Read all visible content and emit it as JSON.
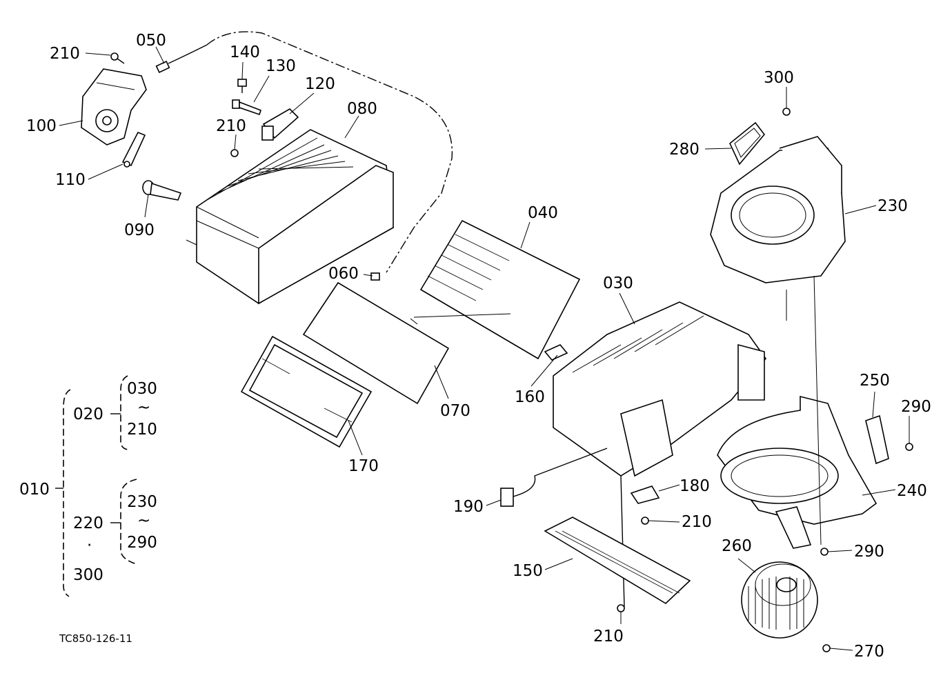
{
  "drawing_code": "TC850-126-11",
  "callouts": {
    "c050": "050",
    "c210a": "210",
    "c140": "140",
    "c130": "130",
    "c120": "120",
    "c080": "080",
    "c210b": "210",
    "c100": "100",
    "c110": "110",
    "c090": "090",
    "c040": "040",
    "c060": "060",
    "c030": "030",
    "c070": "070",
    "c160": "160",
    "c170": "170",
    "c300": "300",
    "c280": "280",
    "c230": "230",
    "c250": "250",
    "c290a": "290",
    "c240": "240",
    "c180": "180",
    "c190": "190",
    "c210c": "210",
    "c150": "150",
    "c290b": "290",
    "c260": "260",
    "c210d": "210",
    "c270": "270"
  },
  "assembly_tree": {
    "root": "010",
    "group1": {
      "code": "020",
      "from": "030",
      "tilde": "~",
      "to": "210"
    },
    "group2": {
      "code": "220",
      "from": "230",
      "tilde": "~",
      "to": "290",
      "dot": "·",
      "extra": "300"
    }
  }
}
